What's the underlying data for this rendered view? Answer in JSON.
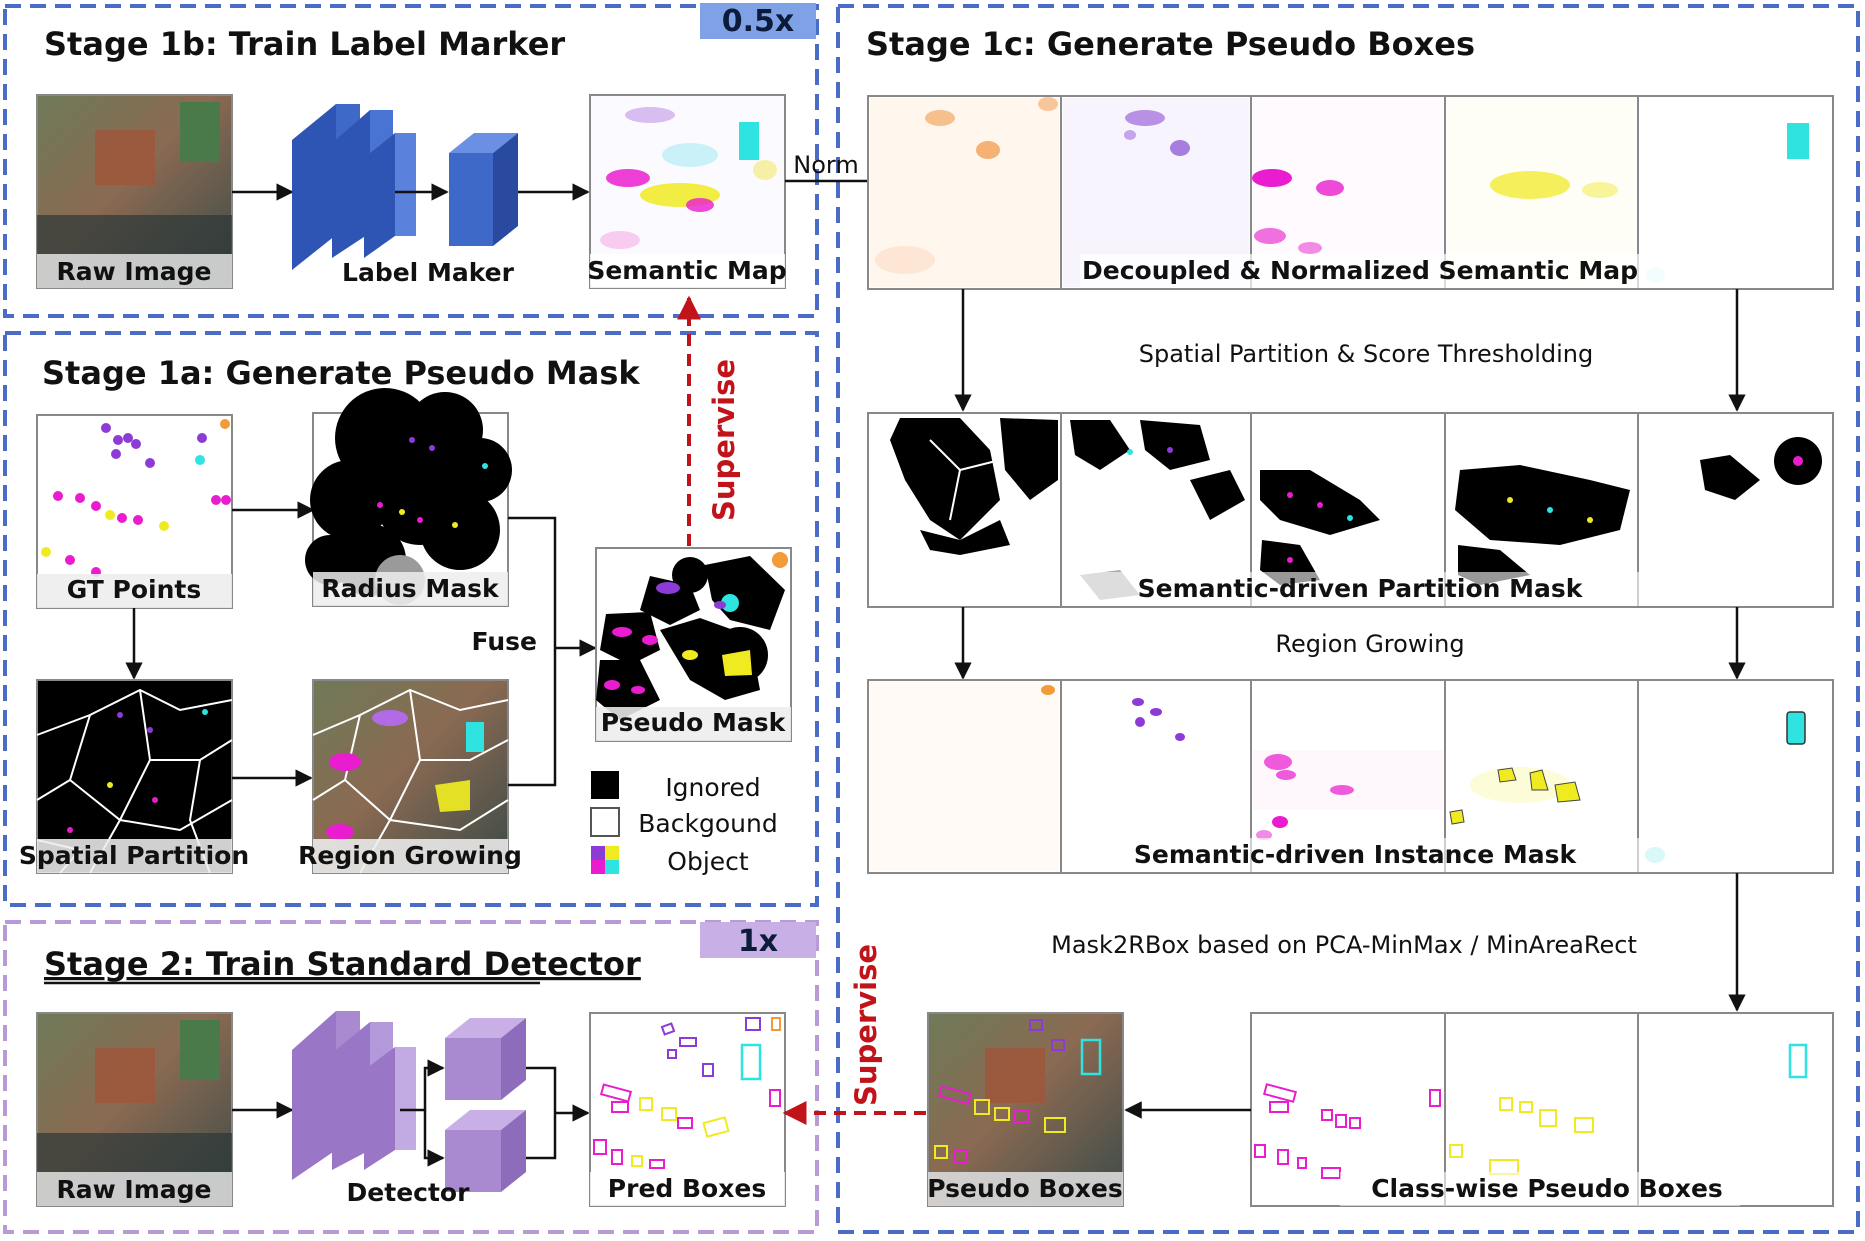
{
  "colors": {
    "stage1_dash": "#4a6cc6",
    "stage2_dash": "#b79ad6",
    "badge_05x": "#7fa1e6",
    "badge_1x": "#c8b0e6",
    "net_blue": "#3f69c9",
    "net_purple": "#a98ad1",
    "supervise_red": "#c0141a",
    "orange": "#f29b38",
    "purple": "#8d3bd6",
    "magenta": "#ea1ccf",
    "yellow": "#f0ea21",
    "cyan": "#2fe3e0"
  },
  "stage1b": {
    "title": "Stage 1b: Train Label Marker",
    "speed": "0.5x",
    "raw_image": "Raw Image",
    "label_maker": "Label Maker",
    "semantic_map": "Semantic Map",
    "norm": "Norm"
  },
  "stage1a": {
    "title": "Stage 1a: Generate Pseudo Mask",
    "gt_points": "GT Points",
    "radius_mask": "Radius Mask",
    "spatial_partition": "Spatial Partition",
    "region_growing": "Region Growing",
    "fuse": "Fuse",
    "pseudo_mask": "Pseudo Mask",
    "supervise": "Supervise",
    "legend": [
      "Ignored",
      "Backgound",
      "Object"
    ]
  },
  "stage1c": {
    "title": "Stage 1c: Generate Pseudo Boxes",
    "decoupled_map": "Decoupled & Normalized Semantic Map",
    "step_threshold": "Spatial Partition & Score Thresholding",
    "partition_mask": "Semantic-driven Partition Mask",
    "step_region": "Region Growing",
    "instance_mask": "Semantic-driven Instance Mask",
    "step_box": "Mask2RBox based on PCA-MinMax / MinAreaRect",
    "classwise_boxes": "Class-wise Pseudo Boxes",
    "pseudo_boxes": "Pseudo Boxes",
    "supervise": "Supervise"
  },
  "stage2": {
    "title": "Stage 2: Train Standard Detector",
    "speed": "1x",
    "raw_image": "Raw Image",
    "detector": "Detector",
    "pred_boxes": "Pred Boxes"
  }
}
